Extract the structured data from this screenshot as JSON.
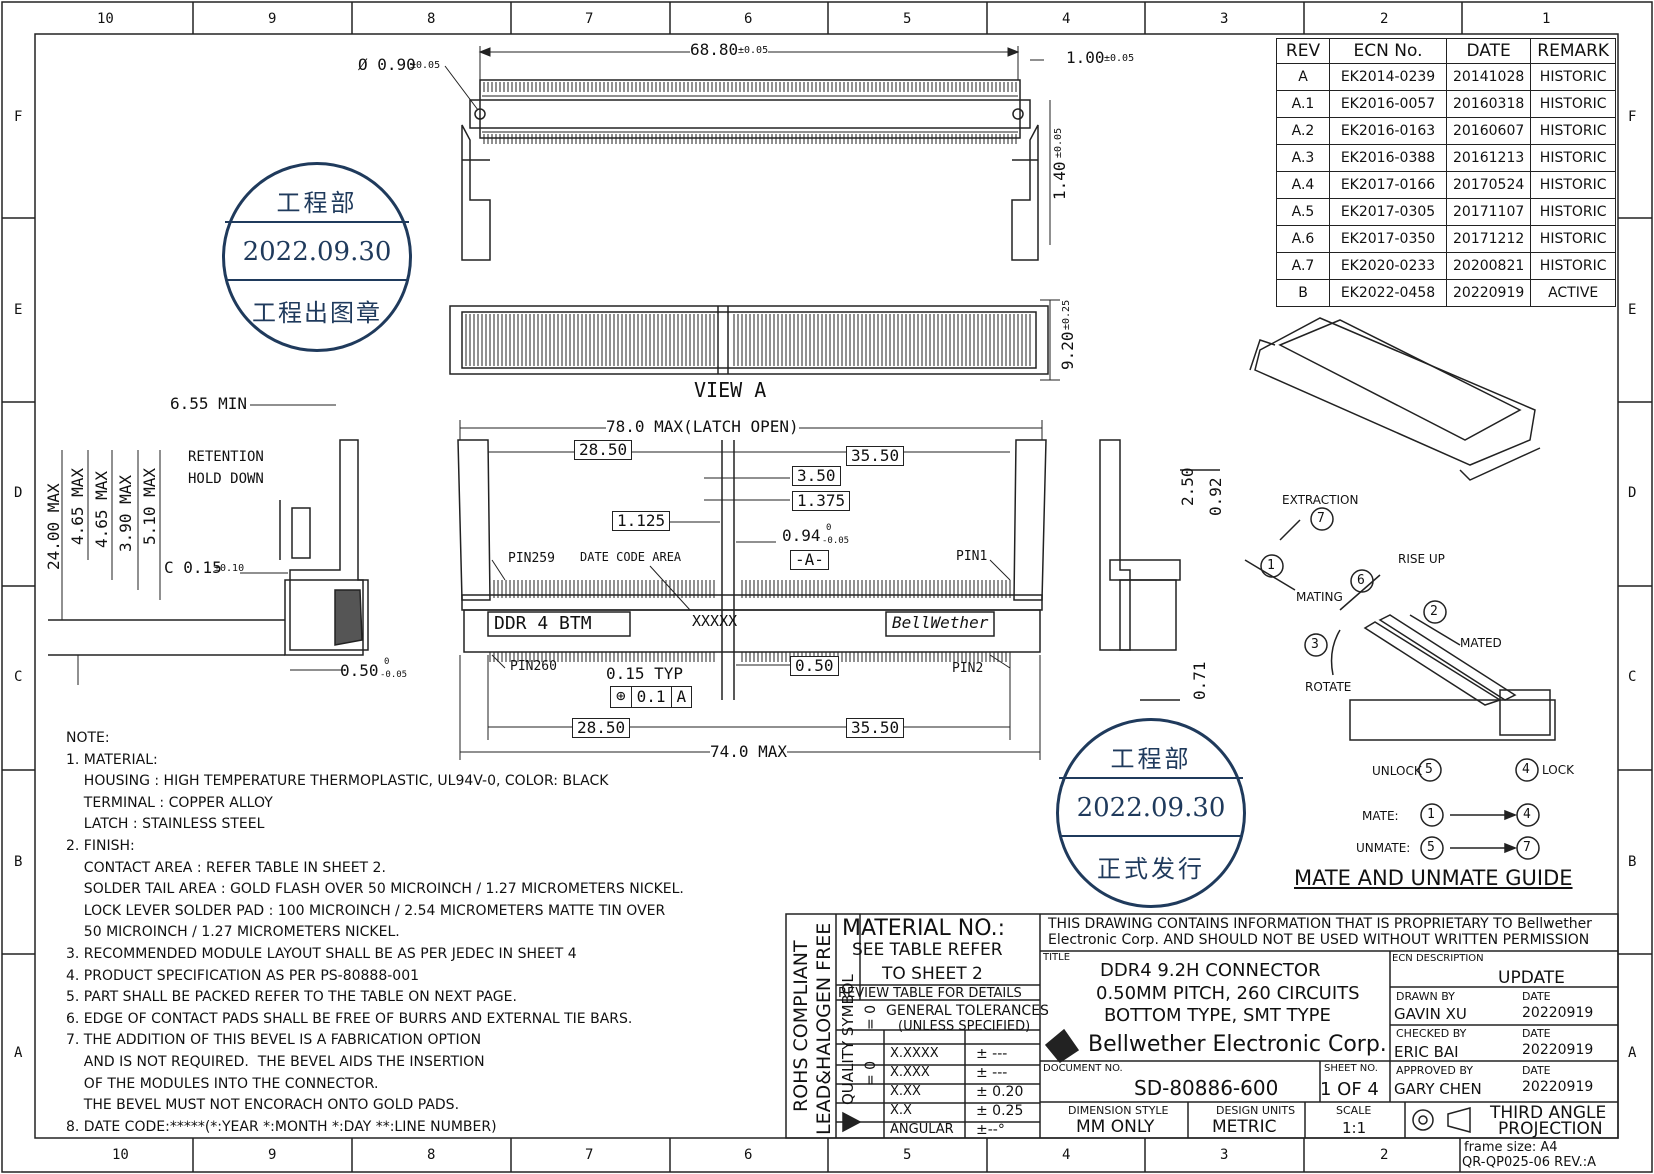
{
  "frame": {
    "top_zones": [
      "10",
      "9",
      "8",
      "7",
      "6",
      "5",
      "4",
      "3",
      "2",
      "1"
    ],
    "bottom_zones": [
      "10",
      "9",
      "8",
      "7",
      "6",
      "5",
      "4",
      "3",
      "2"
    ],
    "side_zones": [
      "F",
      "E",
      "D",
      "C",
      "B",
      "A"
    ]
  },
  "revisions": {
    "headers": [
      "REV",
      "ECN No.",
      "DATE",
      "REMARK"
    ],
    "rows": [
      [
        "A",
        "EK2014-0239",
        "20141028",
        "HISTORIC"
      ],
      [
        "A.1",
        "EK2016-0057",
        "20160318",
        "HISTORIC"
      ],
      [
        "A.2",
        "EK2016-0163",
        "20160607",
        "HISTORIC"
      ],
      [
        "A.3",
        "EK2016-0388",
        "20161213",
        "HISTORIC"
      ],
      [
        "A.4",
        "EK2017-0166",
        "20170524",
        "HISTORIC"
      ],
      [
        "A.5",
        "EK2017-0305",
        "20171107",
        "HISTORIC"
      ],
      [
        "A.6",
        "EK2017-0350",
        "20171212",
        "HISTORIC"
      ],
      [
        "A.7",
        "EK2020-0233",
        "20200821",
        "HISTORIC"
      ],
      [
        "B",
        "EK2022-0458",
        "20220919",
        "ACTIVE"
      ]
    ]
  },
  "stamp_upper": {
    "dept": "工程部",
    "date": "2022.09.30",
    "label": "工程出图章"
  },
  "stamp_lower": {
    "dept": "工程部",
    "date": "2022.09.30",
    "label": "正式发行"
  },
  "dims_view_a": {
    "hole": "Ø 0.90",
    "hole_tol": "±0.05",
    "length": "68.80",
    "length_tol": "±0.05",
    "offset": "1.00",
    "offset_tol": "±0.05",
    "height": "1.40",
    "height_tol": "±0.05",
    "depth": "9.20",
    "depth_tol": "±0.25",
    "view_label": "VIEW A"
  },
  "dims_side": {
    "min": "6.55 MIN",
    "retention": "RETENTION",
    "hold_down": "HOLD DOWN",
    "h1": "24.00 MAX",
    "h2": "4.65 MAX",
    "h3": "4.65 MAX",
    "h4": "3.90 MAX",
    "h5": "5.10 MAX",
    "chamfer": "C 0.15",
    "chamfer_tol": "±0.10",
    "bottom": "0.50",
    "bottom_tol_top": "0",
    "bottom_tol_bot": "-0.05"
  },
  "dims_front": {
    "max_open": "78.0 MAX(LATCH OPEN)",
    "left1": "28.50",
    "right1": "35.50",
    "d350": "3.50",
    "d1375": "1.375",
    "d1125": "1.125",
    "d094": "0.94",
    "d094_tol_top": "0",
    "d094_tol_bot": "-0.05",
    "datum": "-A-",
    "pin259": "PIN259",
    "pin1": "PIN1",
    "pin260": "PIN260",
    "pin2": "PIN2",
    "date_code_area": "DATE CODE AREA",
    "marking_left": "DDR 4 BTM",
    "marking_code": "XXXXX",
    "marking_right": "BellWether",
    "typ": "0.15 TYP",
    "tol_zone": "0.1",
    "tol_datum": "A",
    "pitch": "0.50",
    "left2": "28.50",
    "right2": "35.50",
    "max74": "74.0 MAX"
  },
  "dims_side_right": {
    "d250": "2.50",
    "d092": "0.92",
    "d071": "0.71"
  },
  "guide": {
    "extraction": "EXTRACTION",
    "mating": "MATING",
    "rise_up": "RISE UP",
    "mated": "MATED",
    "rotate": "ROTATE",
    "unlock": "UNLOCK",
    "lock": "LOCK",
    "mate": "MATE:",
    "unmate": "UNMATE:",
    "n1": "1",
    "n2": "2",
    "n3": "3",
    "n4": "4",
    "n5": "5",
    "n6": "6",
    "n7": "7",
    "title": "MATE AND UNMATE GUIDE"
  },
  "notes": [
    "NOTE:",
    "1. MATERIAL:",
    "    HOUSING : HIGH TEMPERATURE THERMOPLASTIC, UL94V-0, COLOR: BLACK",
    "    TERMINAL : COPPER ALLOY",
    "    LATCH : STAINLESS STEEL",
    "2. FINISH:",
    "    CONTACT AREA : REFER TABLE IN SHEET 2.",
    "    SOLDER TAIL AREA : GOLD FLASH OVER 50 MICROINCH / 1.27 MICROMETERS NICKEL.",
    "    LOCK LEVER SOLDER PAD : 100 MICROINCH / 2.54 MICROMETERS MATTE TIN OVER",
    "    50 MICROINCH / 1.27 MICROMETERS NICKEL.",
    "3. RECOMMENDED MODULE LAYOUT SHALL BE AS PER JEDEC IN SHEET 4",
    "4. PRODUCT SPECIFICATION AS PER PS-80888-001",
    "5. PART SHALL BE PACKED REFER TO THE TABLE ON NEXT PAGE.",
    "6. EDGE OF CONTACT PADS SHALL BE FREE OF BURRS AND EXTERNAL TIE BARS.",
    "7. THE ADDITION OF THIS BEVEL IS A FABRICATION OPTION",
    "    AND IS NOT REQUIRED.  THE BEVEL AIDS THE INSERTION",
    "    OF THE MODULES INTO THE CONNECTOR.",
    "    THE BEVEL MUST NOT ENCORACH ONTO GOLD PADS.",
    "8. DATE CODE:*****(*:YEAR *:MONTH *:DAY **:LINE NUMBER)"
  ],
  "title_block": {
    "rohs": "ROHS  COMPLIANT",
    "halogen": "LEAD&HALOGEN FREE",
    "quality": "QUALITY SYMBOL",
    "q_eq1": "= 0",
    "q_eq2": "= 0",
    "material_no": "MATERIAL  NO.:",
    "see_table": "SEE TABLE REFER",
    "to_sheet": "TO SHEET 2",
    "review": "REVIEW TABLE FOR DETAILS",
    "gen_tol": "GENERAL TOLERANCES",
    "unless": "(UNLESS SPECIFIED)",
    "tolerances": [
      [
        "X.XXXX",
        "±  ---"
      ],
      [
        "X.XXX",
        "±  ---"
      ],
      [
        "X.XX",
        "±  0.20"
      ],
      [
        "X.X",
        "±  0.25"
      ],
      [
        "ANGULAR",
        "±--°"
      ]
    ],
    "proprietary1": "THIS DRAWING CONTAINS INFORMATION THAT IS PROPRIETARY TO Bellwether",
    "proprietary2": "Electronic Corp. AND SHOULD NOT BE USED WITHOUT WRITTEN PERMISSION",
    "title_label": "TITLE",
    "title1": "DDR4  9.2H   CONNECTOR",
    "title2": "0.50MM PITCH, 260 CIRCUITS",
    "title3": "BOTTOM TYPE, SMT TYPE",
    "ecn_desc_label": "ECN DESCRIPTION",
    "ecn_desc": "UPDATE",
    "drawn_label": "DRAWN BY",
    "drawn": "GAVIN XU",
    "drawn_date_label": "DATE",
    "drawn_date": "20220919",
    "checked_label": "CHECKED BY",
    "checked": "ERIC BAI",
    "checked_date_label": "DATE",
    "checked_date": "20220919",
    "approved_label": "APPROVED BY",
    "approved": "GARY CHEN",
    "approved_date_label": "DATE",
    "approved_date": "20220919",
    "company": "Bellwether  Electronic  Corp.",
    "doc_label": "DOCUMENT NO.",
    "doc_no": "SD-80886-600",
    "sheet_label": "SHEET NO.",
    "sheet_no": "1  OF  4",
    "dim_style_label": "DIMENSION STYLE",
    "dim_style": "MM  ONLY",
    "units_label": "DESIGN UNITS",
    "units": "METRIC",
    "scale_label": "SCALE",
    "scale": "1:1",
    "projection1": "THIRD  ANGLE",
    "projection2": "PROJECTION",
    "frame_size": "frame size: A4",
    "form_no": "QR-QP025-06 REV.:A"
  }
}
